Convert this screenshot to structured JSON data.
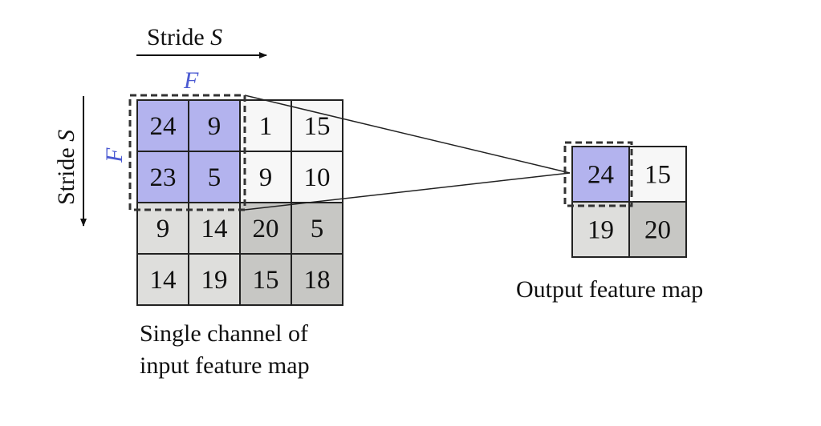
{
  "stride_horizontal": {
    "word": "Stride",
    "symbol": "S"
  },
  "stride_vertical": {
    "word": "Stride",
    "symbol": "S"
  },
  "filter_label_top": "F",
  "filter_label_left": "F",
  "input_grid": [
    [
      "24",
      "9",
      "1",
      "15"
    ],
    [
      "23",
      "5",
      "9",
      "10"
    ],
    [
      "9",
      "14",
      "20",
      "5"
    ],
    [
      "14",
      "19",
      "15",
      "18"
    ]
  ],
  "output_grid": [
    [
      "24",
      "15"
    ],
    [
      "19",
      "20"
    ]
  ],
  "input_caption": [
    "Single channel of",
    "input feature map"
  ],
  "output_caption": "Output feature map",
  "colors": {
    "highlight_fill": "#b3b3ee",
    "white_cell": "#f7f7f7",
    "light_gray_cell": "#dededc",
    "dark_gray_cell": "#c7c7c4",
    "filter_label": "#4b5ad2",
    "border": "#222222"
  }
}
